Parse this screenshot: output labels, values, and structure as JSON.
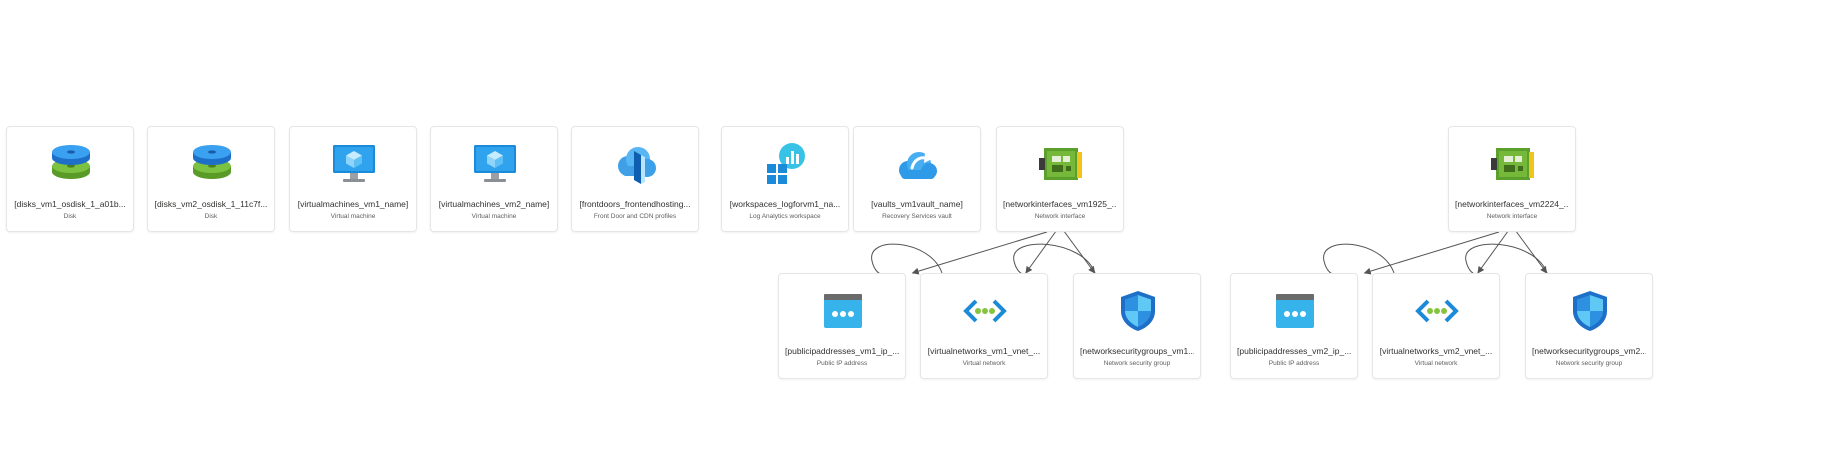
{
  "nodes": [
    {
      "name": "[disks_vm1_osdisk_1_a01b...",
      "type": "Disk",
      "icon": "disk-icon"
    },
    {
      "name": "[disks_vm2_osdisk_1_11c7f...",
      "type": "Disk",
      "icon": "disk-icon"
    },
    {
      "name": "[virtualmachines_vm1_name]",
      "type": "Virtual machine",
      "icon": "virtual-machine-icon"
    },
    {
      "name": "[virtualmachines_vm2_name]",
      "type": "Virtual machine",
      "icon": "virtual-machine-icon"
    },
    {
      "name": "[frontdoors_frontendhosting...",
      "type": "Front Door and CDN profiles",
      "icon": "front-door-icon"
    },
    {
      "name": "[workspaces_logforvm1_na...",
      "type": "Log Analytics workspace",
      "icon": "log-analytics-icon"
    },
    {
      "name": "[vaults_vm1vault_name]",
      "type": "Recovery Services vault",
      "icon": "recovery-vault-icon"
    },
    {
      "name": "[networkinterfaces_vm1925_...",
      "type": "Network interface",
      "icon": "network-interface-icon"
    },
    {
      "name": "[networkinterfaces_vm2224_...",
      "type": "Network interface",
      "icon": "network-interface-icon"
    },
    {
      "name": "[publicipaddresses_vm1_ip_...",
      "type": "Public IP address",
      "icon": "public-ip-icon"
    },
    {
      "name": "[virtualnetworks_vm1_vnet_...",
      "type": "Virtual network",
      "icon": "virtual-network-icon"
    },
    {
      "name": "[networksecuritygroups_vm1...",
      "type": "Network security group",
      "icon": "network-security-group-icon"
    },
    {
      "name": "[publicipaddresses_vm2_ip_...",
      "type": "Public IP address",
      "icon": "public-ip-icon"
    },
    {
      "name": "[virtualnetworks_vm2_vnet_...",
      "type": "Virtual network",
      "icon": "virtual-network-icon"
    },
    {
      "name": "[networksecuritygroups_vm2...",
      "type": "Network security group",
      "icon": "network-security-group-icon"
    }
  ],
  "edges": [
    {
      "from": 7,
      "to": 9
    },
    {
      "from": 7,
      "to": 10
    },
    {
      "from": 7,
      "to": 11
    },
    {
      "from": 10,
      "to": 9
    },
    {
      "from": 11,
      "to": 10
    },
    {
      "from": 8,
      "to": 12
    },
    {
      "from": 8,
      "to": 13
    },
    {
      "from": 8,
      "to": 14
    },
    {
      "from": 13,
      "to": 12
    },
    {
      "from": 14,
      "to": 13
    }
  ]
}
